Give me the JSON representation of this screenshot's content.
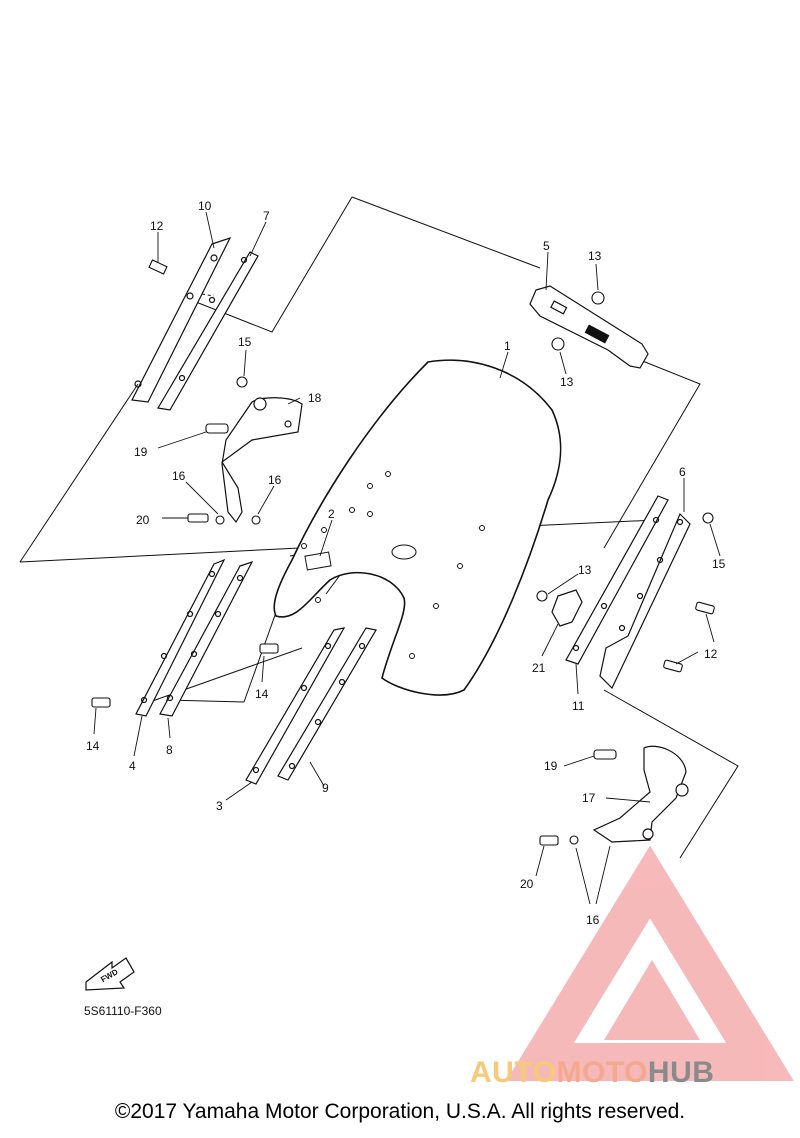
{
  "callouts": [
    "1",
    "2",
    "3",
    "4",
    "5",
    "6",
    "7",
    "8",
    "9",
    "10",
    "11",
    "12",
    "12",
    "13",
    "13",
    "13",
    "14",
    "14",
    "15",
    "15",
    "16",
    "16",
    "16",
    "17",
    "18",
    "19",
    "19",
    "20",
    "20",
    "21"
  ],
  "fwd_label": "FWD",
  "figure_code": "5S61110-F360",
  "copyright": "©2017 Yamaha Motor Corporation, U.S.A. All rights reserved.",
  "watermark": {
    "part1": "AUTO",
    "part2": "MOTO",
    "part3": "HUB",
    "colors": {
      "auto": "#f9c97a",
      "moto": "#f4a98e",
      "hub": "#8a8a8a",
      "logo": "#f08080"
    }
  }
}
